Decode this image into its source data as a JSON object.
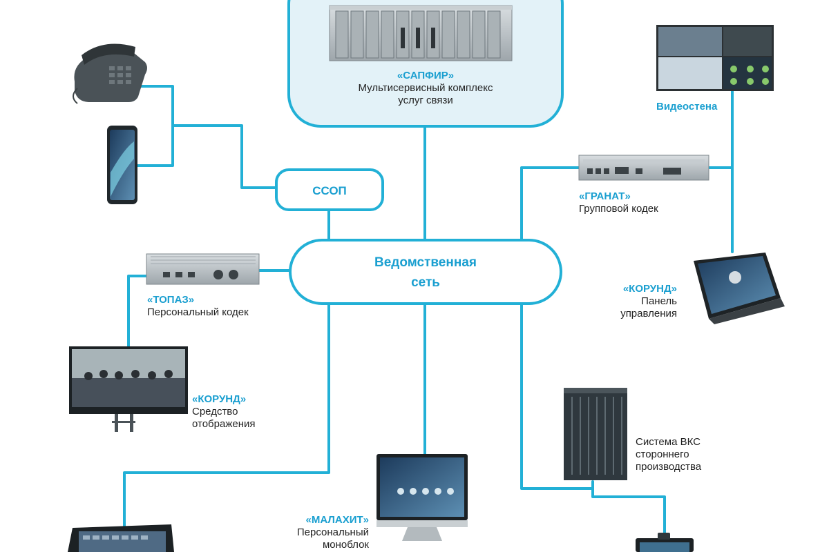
{
  "nodes": {
    "sapfir": {
      "name": "«САПФИР»",
      "line1": "Мультисервисный комплекс",
      "line2": "услуг связи"
    },
    "ssop": {
      "label": "ССОП"
    },
    "network": {
      "line1": "Ведомственная",
      "line2": "сеть"
    },
    "videowall": {
      "name": "Видеостена"
    },
    "granat": {
      "name": "«ГРАНАТ»",
      "line1": "Групповой кодек"
    },
    "topaz": {
      "name": "«ТОПАЗ»",
      "line1": "Персональный кодек"
    },
    "korund_panel": {
      "name": "«КОРУНД»",
      "line1": "Панель",
      "line2": "управления"
    },
    "korund_display": {
      "name": "«КОРУНД»",
      "line1": "Средство",
      "line2": "отображения"
    },
    "vks": {
      "line1": "Система ВКС",
      "line2": "стороннего",
      "line3": "производства"
    },
    "malakhit": {
      "name": "«МАЛАХИТ»",
      "line1": "Персональный",
      "line2": "моноблок"
    }
  },
  "colors": {
    "accent": "#22b0d6",
    "accent_text": "#1a9fd0",
    "panel_fill": "#e3f2f8",
    "device_grey": "#b8bfc4"
  }
}
